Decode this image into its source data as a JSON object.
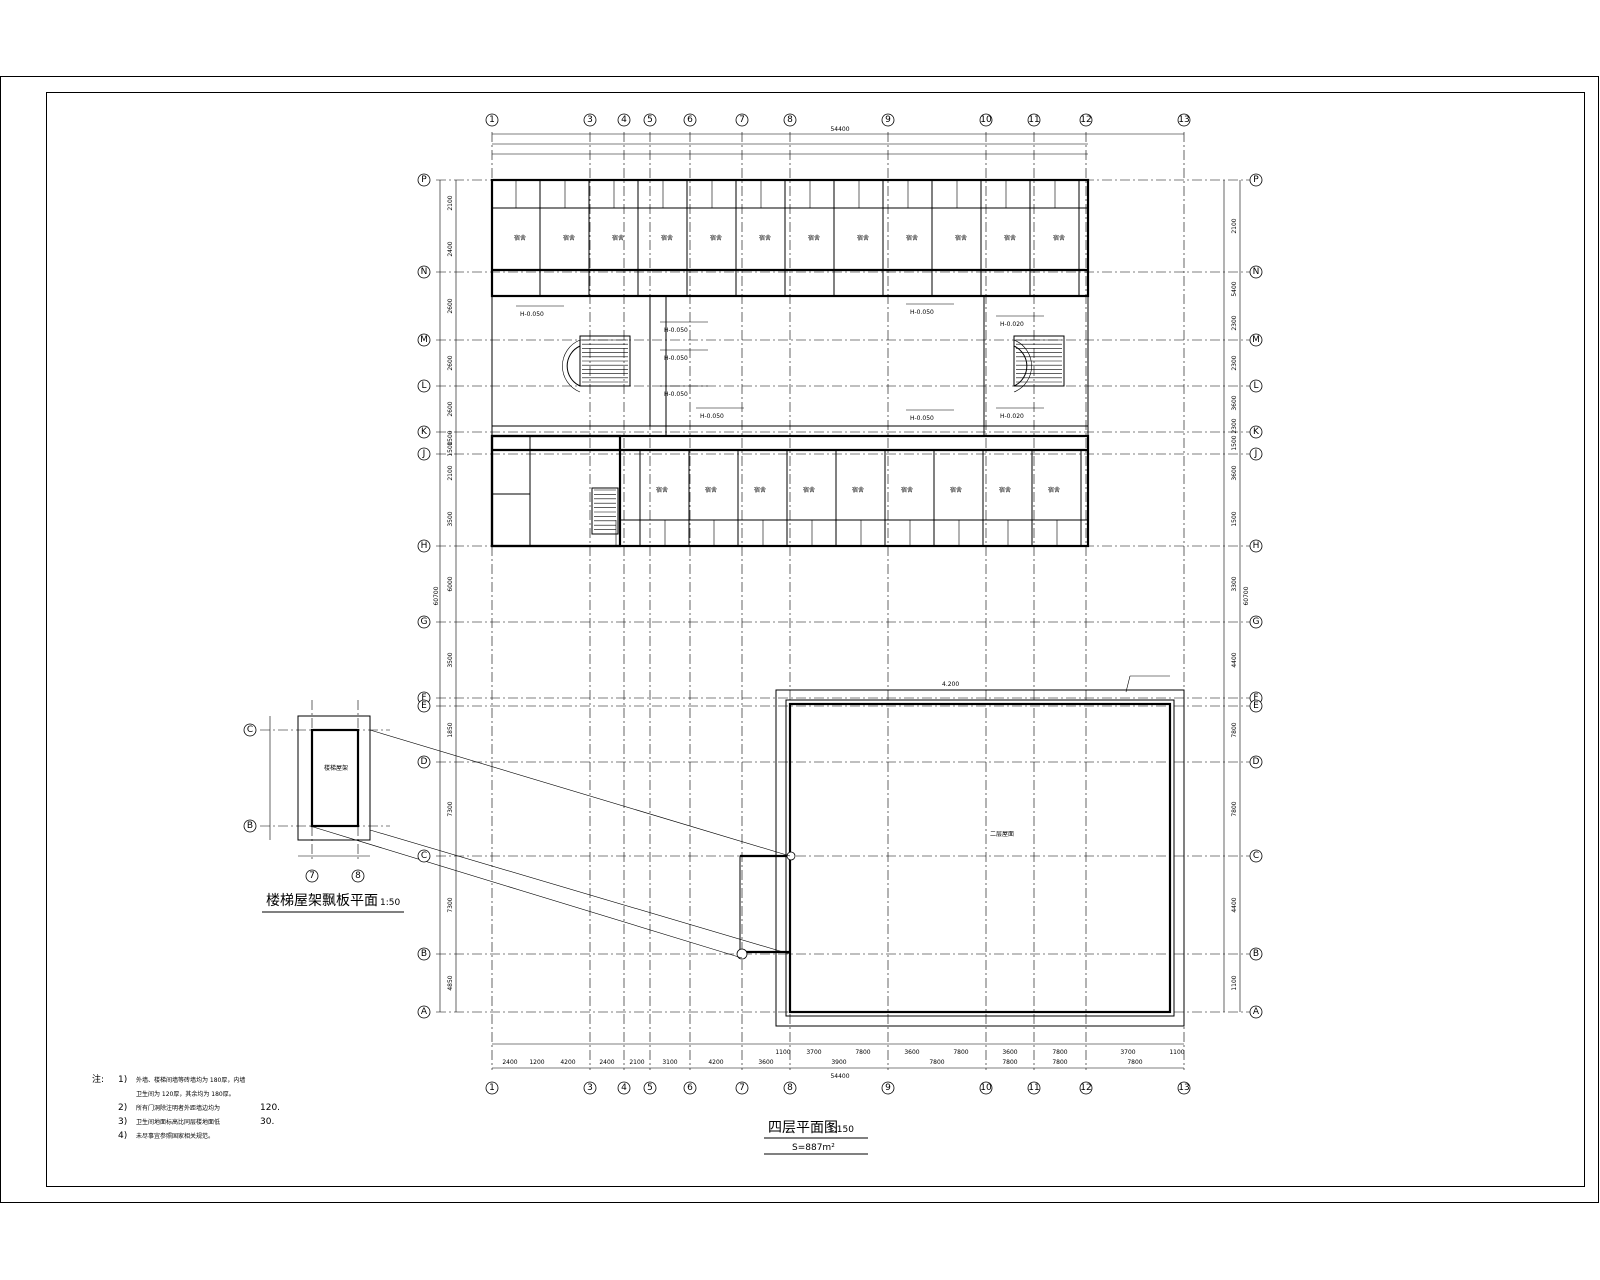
{
  "drawing": {
    "title": "四层平面图",
    "scale": "1:150",
    "area": "S=887m²",
    "inset_title": "楼梯屋架飘板平面",
    "inset_scale": "1:50"
  },
  "grid_axes": {
    "columns": [
      "1",
      "3",
      "4",
      "5",
      "6",
      "7",
      "8",
      "9",
      "10",
      "11",
      "12",
      "13"
    ],
    "rows_upper": [
      "P",
      "N",
      "M",
      "L",
      "K",
      "J",
      "H",
      "G",
      "F"
    ],
    "rows_lower": [
      "E",
      "D",
      "C",
      "B",
      "A"
    ],
    "inset_cols": [
      "7",
      "8"
    ],
    "inset_rows": [
      "C",
      "B"
    ]
  },
  "dimensions": {
    "bottom_segments": [
      "2400",
      "1200",
      "4200",
      "2400",
      "2100",
      "3100",
      "4200",
      "3600",
      "3900",
      "7800",
      "7800",
      "7800",
      "7800"
    ],
    "bottom_total": "54400",
    "top_total": "54400",
    "left_total": "60700",
    "right_total": "60700",
    "left_segments": [
      "2100",
      "2400",
      "2600",
      "2600",
      "2600",
      "1500",
      "1500",
      "2100",
      "3500",
      "6000",
      "3500",
      "1850",
      "7300",
      "7300",
      "4850"
    ],
    "right_segments": [
      "2100",
      "5400",
      "2300",
      "2300",
      "3600",
      "2300",
      "1500",
      "3600",
      "1500",
      "3300",
      "4400",
      "7800",
      "7800",
      "4400",
      "1100"
    ],
    "lower_bottom": [
      "1100",
      "3700",
      "7800",
      "3600",
      "7800",
      "3600",
      "7800",
      "3700",
      "1100"
    ]
  },
  "annotations": {
    "levels": [
      "H-0.050",
      "H-0.050",
      "H-0.050",
      "H-0.050",
      "H-0.050",
      "H-0.020",
      "H-0.050",
      "H-0.050",
      "H-0.020"
    ],
    "room_top": [
      "宿舍",
      "宿舍",
      "宿舍",
      "宿舍",
      "宿舍",
      "宿舍",
      "宿舍",
      "宿舍",
      "宿舍",
      "宿舍",
      "宿舍",
      "宿舍"
    ],
    "room_bottom": [
      "宿舍",
      "宿舍",
      "宿舍",
      "宿舍",
      "宿舍",
      "宿舍",
      "宿舍",
      "宿舍",
      "宿舍"
    ],
    "roof_label": "二层屋面",
    "roof_level": "4.200",
    "inset_label": "楼梯屋架"
  },
  "notes": {
    "heading": "注:",
    "items": [
      {
        "num": "1)",
        "text": "外墙、楼梯间墙等砖墙均为     180厚，内墙",
        "value": "180厚，内墙"
      },
      {
        "num": "",
        "text": "卫生间为 120厚，其余均为  180厚。",
        "value": ""
      },
      {
        "num": "2)",
        "text": "所有门洞除注明者外距墙边均为",
        "value": "120."
      },
      {
        "num": "3)",
        "text": "卫生间地面标高比同层楼地面低",
        "value": "30."
      },
      {
        "num": "4)",
        "text": "未尽事宜参照国家相关规范。",
        "value": ""
      }
    ]
  }
}
